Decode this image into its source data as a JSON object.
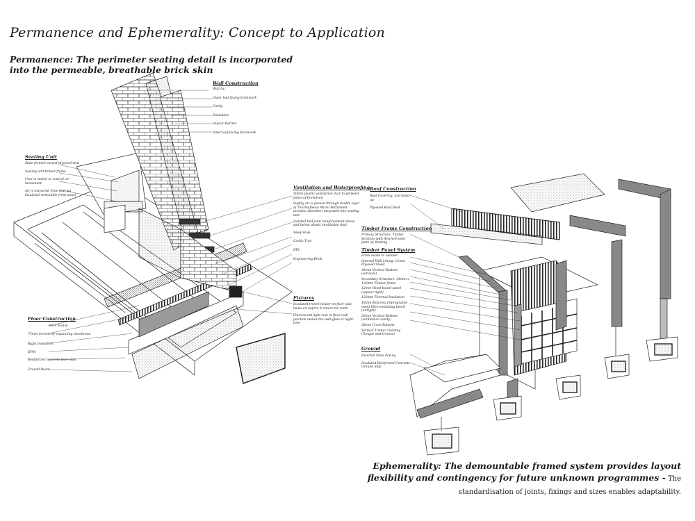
{
  "title": "Permanence and Ephemerality: Concept to Application",
  "permanence_heading": "Permanence: The perimeter seating detail is incorporated into the permeable, breathable brick skin",
  "ephemerality": {
    "bold": "Ephemerality: The demountable framed system provides layout flexibility and contingency for future unknown programmes -",
    "normal": " The standardisation of joints, fixings and sizes enables adaptability."
  },
  "left_detail": {
    "wall_construction": {
      "title": "Wall Construction",
      "items": [
        "Wall tie",
        "Outer leaf facing brickwork",
        "Cavity",
        "Insulation",
        "Vapour Barrier",
        "Inner leaf facing brickwork"
      ]
    },
    "seating_unit": {
      "title": "Seating Unit",
      "items": [
        "Slate formed curved plywood seat",
        "Sawing unit timber frame",
        "User is sealed to control air movement",
        "Air is extracted from seat via insulated removable front panel"
      ]
    },
    "ventilation": {
      "title": "Ventilation and Waterproofing",
      "items": [
        "50mm plastic ventilation duct to perpend joints of brickwork",
        "Supply air is passed through double layer of Thermafleece Micro-Perforated acoustic absorber integrated into seating unit",
        "Isolated bed joint reinforcement above and below plastic ventilation duct",
        "Weep Hole",
        "Cavity Tray",
        "DPC",
        "Engineering Brick"
      ]
    },
    "fixtures": {
      "title": "Fixtures",
      "items": [
        "Insulated trench heater on floor slab heats air before it enters the room",
        "Fluorescent light cast in floor-wall junction makes the wall glow at night-time"
      ]
    },
    "floor_construction": {
      "title": "Floor Construction",
      "items": [
        "Floor Finish",
        "75mm Screed on separating membrane",
        "Rigid Insulation",
        "DPM",
        "Reinforced concrete floor slab",
        "Ground Beam"
      ]
    }
  },
  "right_detail": {
    "roof_construction": {
      "title": "Roof Construction",
      "items": [
        "Roof Covering, and build-up",
        "Plywood Roof Deck"
      ]
    },
    "timber_frame": {
      "title": "Timber Frame Construction",
      "items": [
        "Primary Structure: Timber Sections with fletched steel plate as framing"
      ]
    },
    "timber_panel": {
      "title": "Timber Panel System",
      "items": [
        "From inside to outside:",
        "Internal Wall Lining: 12mm Plywood Sheet",
        "38mm Vertical Battens (services)",
        "Secondary Structure: 38mm x 120mm Timber frame",
        "12mm Wood board panel (vapour tight)",
        "120mm Thermal Insulation",
        "16mm Masonry impregnated wood fibre insulating board (airtight)",
        "30mm Vertical Battens (ventilation cavity)",
        "38mm Cross Battens",
        "Vertical Timber cladding (Tongue and Groove)"
      ]
    },
    "ground": {
      "title": "Ground",
      "items": [
        "External Slate Paving",
        "Insulated Reinforced Concrete Ground Slab"
      ]
    }
  }
}
